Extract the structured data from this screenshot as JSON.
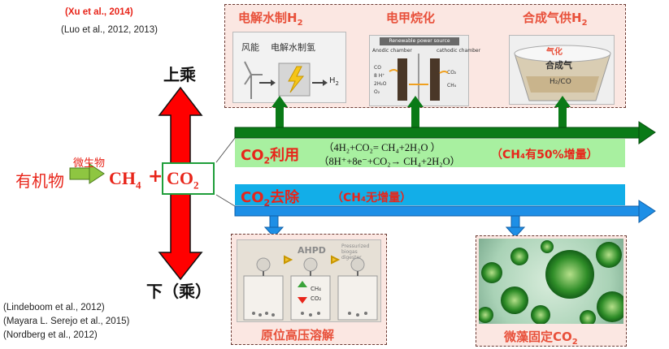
{
  "citations": {
    "xu": "(Xu et al., 2014)",
    "luo": "(Luo et al., 2012, 2013)",
    "lindeboom": "(Lindeboom et al., 2012)",
    "serejo": "(Mayara L. Serejo et al., 2015)",
    "nordberg": "(Nordberg et al., 2012)"
  },
  "labels": {
    "upper": "上乘",
    "lower": "下（乘）",
    "organic_matter": "有机物",
    "microbe": "微生物",
    "ch4": "CH",
    "ch4_sub": "4",
    "plus": "+",
    "co2": "CO",
    "co2_sub": "2"
  },
  "panels": {
    "electrolysis": {
      "title": "电解水制H",
      "title_sub": "2",
      "wind": "风能",
      "electrolysis_inner": "电解水制氢",
      "h2": "H",
      "h2_sub": "2"
    },
    "methanation": {
      "title": "电甲烷化",
      "header": "Renewable power source",
      "anodic": "Anodic chamber",
      "cathodic": "cathodic chamber",
      "left_labels": [
        "CO",
        "8 H⁺",
        "2H₂O",
        "O₂"
      ],
      "right_labels": [
        "CO₂",
        "CH₄"
      ]
    },
    "syngas": {
      "title": "合成气供H",
      "title_sub": "2",
      "inner_label": "合成气",
      "h2co": "H₂/CO",
      "top_red": "气化"
    },
    "high_pressure": {
      "title": "原位高压溶解",
      "ahpd": "AHPD",
      "note": "Pressurized biogas digester",
      "gases": [
        "CH₄",
        "CO₂"
      ]
    },
    "algae": {
      "title": "微藻固定CO",
      "title_sub": "2"
    }
  },
  "co2_use": {
    "label": "CO",
    "label_sub": "2",
    "label_tail": "利用",
    "reaction1": "（4H₂+CO₂= CH₄+2H₂O ）",
    "reaction2": "（8H⁺+8e⁻+CO₂→ CH₄+2H₂O）",
    "increase": "（CH₄有50%增量）"
  },
  "co2_removal": {
    "label": "CO",
    "label_sub": "2",
    "label_tail": "去除",
    "no_increase": "（CH₄无增量）"
  },
  "colors": {
    "green": "#0a7a17",
    "light_green": "#a8f0a0",
    "blue": "#1e8fe6",
    "light_blue": "#12aee8",
    "red": "#ff0000",
    "panel_bg": "#fbe7e2"
  }
}
